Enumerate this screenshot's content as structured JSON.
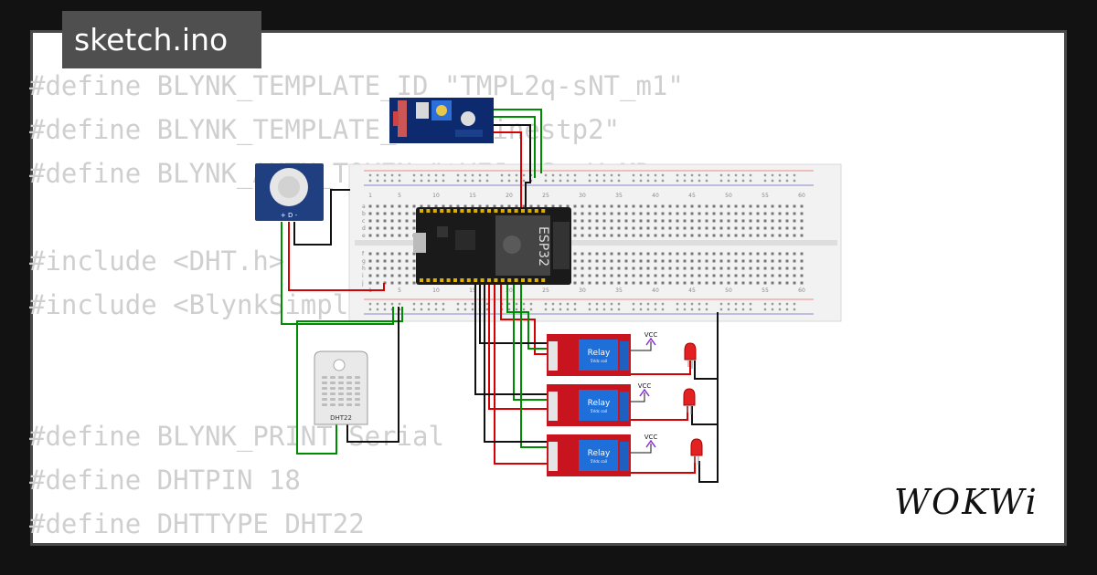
{
  "header": {
    "file_tab": "sketch.ino"
  },
  "code_lines": [
    "#define BLYNK_TEMPLATE_ID \"TMPL2q-sNT_m1\"",
    "#define BLYNK_TEMPLATE_NAME \"inestp2\"",
    "#define BLYNK_AUTH_TOKEN \"tVFJptSywYpMD",
    "",
    "#include <DHT.h>",
    "#include <BlynkSimpleEsp32.h>",
    "",
    "",
    "#define BLYNK_PRINT Serial",
    "#define DHTPIN 18",
    "#define DHTTYPE DHT22"
  ],
  "branding": {
    "logo": "WOKWi"
  },
  "circuit": {
    "esp32_label": "ESP32",
    "dht_label": "DHT22",
    "relay_label": "Relay",
    "relay_sublabel": "5Vdc coil",
    "vcc_label": "VCC",
    "pir_pins": "+ D -",
    "breadboard_cols": [
      "1",
      "5",
      "10",
      "15",
      "20",
      "25",
      "30",
      "35",
      "40",
      "45",
      "50",
      "55",
      "60"
    ],
    "breadboard_rows_top": [
      "a",
      "b",
      "c",
      "d",
      "e"
    ],
    "breadboard_rows_bottom": [
      "f",
      "g",
      "h",
      "i",
      "j"
    ],
    "relay_count": 3,
    "led_count": 3,
    "colors": {
      "wire_red": "#d60000",
      "wire_green": "#008c00",
      "wire_black": "#111111",
      "relay_board": "#c8141e",
      "relay_body": "#1e6fd9",
      "esp32_board": "#1a1a1a",
      "pir_body": "#1f3f80",
      "sensor_board": "#0d2a6e",
      "led": "#e22222",
      "vcc_arrow": "#8a2be2"
    }
  }
}
